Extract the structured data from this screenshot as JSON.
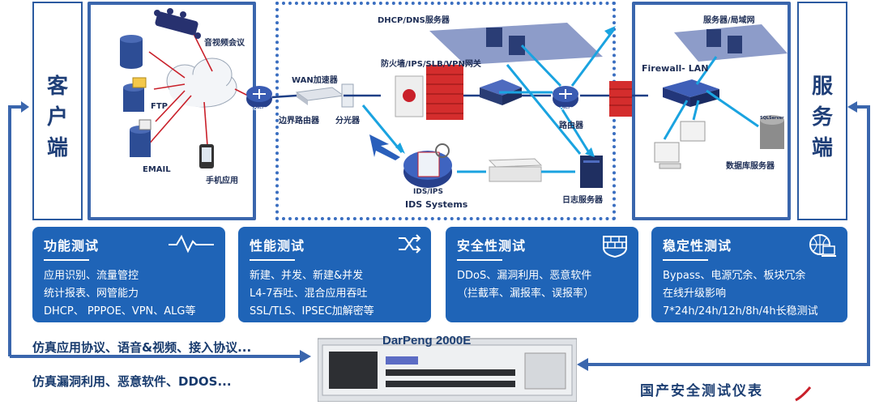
{
  "client": {
    "label": [
      "客",
      "户",
      "端"
    ]
  },
  "server": {
    "label": [
      "服",
      "务",
      "端"
    ]
  },
  "diagram": {
    "audio_video": "音视频会议",
    "ftp": "FTP",
    "email": "EMAIL",
    "mobile": "手机应用",
    "wan_accel": "WAN加速器",
    "edge_router": "边界路由器",
    "splitter": "分光器",
    "dhcp_dns": "DHCP/DNS服务器",
    "firewall_group": "防火墙/IPS/SLB/VPN网关",
    "router": "路由器",
    "ids_name": "IDS/IPS",
    "ids_systems": "IDS Systems",
    "log_server": "日志服务器",
    "servers_lan": "服务器/局域网",
    "firewall_lan": "Firewall- LAN",
    "db_server": "数据库服务器",
    "router_tag": "ROUTER",
    "sql_tag": "SQLServer"
  },
  "cards": [
    {
      "title": "功能测试",
      "icon": "pulse-icon",
      "items": [
        "应用识别、流量管控",
        "统计报表、网管能力",
        "DHCP、 PPPOE、VPN、ALG等"
      ]
    },
    {
      "title": "性能测试",
      "icon": "shuffle-icon",
      "items": [
        "新建、并发、新建&并发",
        "L4-7吞吐、混合应用吞吐",
        "SSL/TLS、IPSEC加解密等"
      ]
    },
    {
      "title": "安全性测试",
      "icon": "firewall-icon",
      "items": [
        "DDoS、漏洞利用、恶意软件",
        "（拦截率、漏报率、误报率）"
      ]
    },
    {
      "title": "稳定性测试",
      "icon": "globe-laptop-icon",
      "items": [
        "Bypass、电源冗余、板块冗余",
        "在线升级影响",
        "7*24h/24h/12h/8h/4h长稳测试"
      ]
    }
  ],
  "bottom": {
    "line1": "仿真应用协议、语音&视频、接入协议...",
    "line2": "仿真漏洞利用、恶意软件、DDOS...",
    "device_name": "DarPeng 2000E",
    "brand": "国产安全测试仪表"
  },
  "colors": {
    "card_bg": "#1f64b7",
    "frame": "#3a66ad",
    "arrow": "#1aa3e0",
    "link": "#c9202a"
  }
}
